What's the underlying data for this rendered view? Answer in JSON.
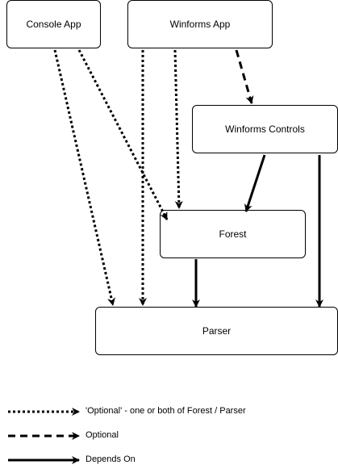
{
  "nodes": {
    "console_app": {
      "label": "Console App"
    },
    "winforms_app": {
      "label": "Winforms App"
    },
    "winforms_controls": {
      "label": "Winforms Controls"
    },
    "forest": {
      "label": "Forest"
    },
    "parser": {
      "label": "Parser"
    }
  },
  "edges": [
    {
      "from": "Console App",
      "to": "Parser",
      "style": "dotted"
    },
    {
      "from": "Console App",
      "to": "Forest",
      "style": "dotted"
    },
    {
      "from": "Winforms App",
      "to": "Parser",
      "style": "dotted"
    },
    {
      "from": "Winforms App",
      "to": "Forest",
      "style": "dotted"
    },
    {
      "from": "Winforms App",
      "to": "Winforms Controls",
      "style": "dashed"
    },
    {
      "from": "Winforms Controls",
      "to": "Forest",
      "style": "solid"
    },
    {
      "from": "Winforms Controls",
      "to": "Parser",
      "style": "solid"
    },
    {
      "from": "Forest",
      "to": "Parser",
      "style": "solid"
    }
  ],
  "legend": {
    "dotted": "'Optional' - one or both of Forest / Parser",
    "dashed": "Optional",
    "solid": "Depends On"
  }
}
